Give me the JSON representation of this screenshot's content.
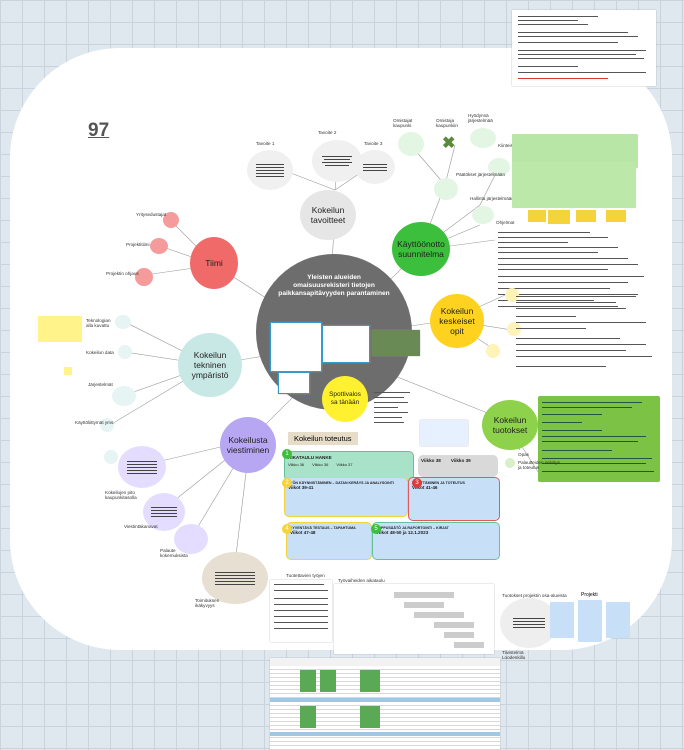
{
  "board": {
    "number": "97"
  },
  "center": {
    "title": "Yleisten alueiden omaisuusrekisteri tietojen paikkansapitävyyden parantaminen"
  },
  "nodes": {
    "tavoitteet": {
      "title": "Kokeilun tavoitteet",
      "t1": "Tavoite 1",
      "t2": "Tavoite 2",
      "t3": "Tavoite 3"
    },
    "tiimi": {
      "title": "Tiimi",
      "l1": "Yritysedustajat",
      "l2": "Projektitiimi",
      "l3": "Projektin ohjaus"
    },
    "ymparisto": {
      "title": "Kokeilun tekninen ympäristö",
      "l1": "Teknologian alla kuvattu",
      "l2": "Kokeilun data",
      "l3": "Järjestelmät",
      "l4": "Käyttöliittymät yms."
    },
    "viestiminen": {
      "title": "Kokeilusta viestiminen",
      "l1": "Kokeilujen pito kaupunkitasolla",
      "l2": "Viestintäkanavat",
      "l3": "Palaute kokemuksista",
      "l4": "Toimituksen ikäkyvyys"
    },
    "kayttoonotto": {
      "title": "Käyttöönotto suunnitelma",
      "l1": "Omistajat kaupunki",
      "l2": "Omistaja kaupunkiin",
      "l3": "Hyödynnä järjestelmää",
      "l4": "Kiinteistö-omistaja",
      "l5": "Päätökset järjestelmään",
      "l6": "Hallinta järjestelmään",
      "l7": "Ohjelmat"
    },
    "opit": {
      "title": "Kokeilun keskeiset opit"
    },
    "spotti": {
      "title": "Spottivalos sa tänään"
    },
    "tuotokset": {
      "title": "Kokeilun tuotokset",
      "l1": "Opas",
      "l2": "Palautteiden selvitys ja toteutus"
    }
  },
  "toteutus": {
    "title": "Kokeilun toteutus",
    "cards": [
      {
        "head": "AIKATAULU HANKE",
        "weeks": [
          "Viikko 36",
          "Viikko 36",
          "Viikko 37"
        ]
      },
      {
        "head": "",
        "weeks": [
          "Viikko 38",
          "Viikko 39"
        ]
      },
      {
        "head": "TYÖN KÄYNNISTÄMINEN – DATAN KERÄYS JA ANALYSOINTI",
        "weeks": [
          "Viikot 39-41"
        ]
      },
      {
        "head": "KEHITTÄMINEN JA TOTEUTUS",
        "weeks": [
          "Viikot 41-46"
        ]
      },
      {
        "head": "SYVENTÄVÄ TESTAUS – TAPAHTUMA",
        "weeks": [
          "Viikot 47-48"
        ]
      },
      {
        "head": "LOPPUSÄÄTÖ JA RAPORTOINTI – KIRJAT",
        "weeks": [
          "Viikot 48-50 ja 12.1.2023"
        ]
      }
    ],
    "badges": [
      "1",
      "2",
      "3",
      "4",
      "5"
    ]
  },
  "bottom": {
    "tuotettu": "Tuotettavien työjen",
    "tilanne": "Työvaiheiden aikataulu",
    "tuotokset_label": "Tuotokset projektin osa-alueista",
    "projekti": "Projekti",
    "tiivistelma": "Tiivistelmä Loodenkillu"
  },
  "colors": {
    "tiimi": "#f06a6a",
    "tavoitteet": "#e6e6e6",
    "kayttoonotto": "#3cbf3c",
    "opit": "#ffd21f",
    "spotti": "#fff130",
    "tuotokset": "#8ed14a",
    "ymparisto": "#c8e8e6",
    "viestiminen": "#b7a6f2",
    "center": "#6d6d6d"
  }
}
